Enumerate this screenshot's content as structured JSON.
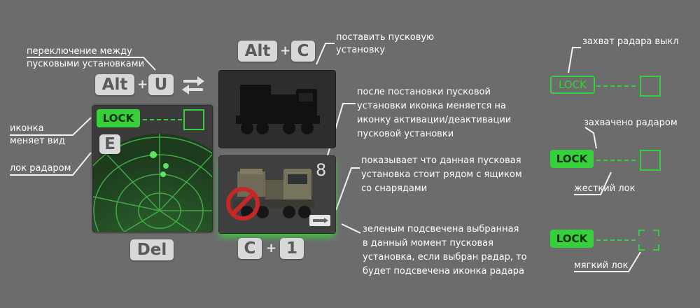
{
  "keys": {
    "switch": [
      "Alt",
      "U"
    ],
    "place": [
      "Alt",
      "C"
    ],
    "select": [
      "C",
      "1"
    ],
    "radar_lock": "E",
    "delete": "Del",
    "plus": "+"
  },
  "lock_label": "LOCK",
  "launcher_ammo_count": "8",
  "annotations": {
    "switch_launchers": [
      "переключение между",
      "пусковыми установками"
    ],
    "icon_changes": [
      "иконка",
      "меняет вид"
    ],
    "radar_lock": "лок радаром",
    "place_launcher": [
      "поставить пусковую",
      "установку"
    ],
    "after_place": [
      "после постановки пусковой",
      "установки иконка меняется на",
      "иконку активации/деактивации",
      "пусковой установки"
    ],
    "near_ammo": [
      "показывает что данная пусковая",
      "установка стоит рядом с ящиком",
      "со снарядами"
    ],
    "green_highlight": [
      "зеленым подсвечена выбранная",
      "в данный момент пусковая",
      "установка, если выбран радар, то",
      "будет подсвечена иконка радара"
    ],
    "radar_lock_off": "захват радара выкл",
    "radar_locked": "захвачено радаром",
    "hard_lock": "жесткий лок",
    "soft_lock": "мягкий лок"
  },
  "colors": {
    "background": "#6c6c6c",
    "accent_green": "#35d03c",
    "key_bg": "#d8d8d8",
    "key_text": "#5a5a5a",
    "prohibited_red": "#c62828"
  },
  "icons": [
    "swap-arrows-icon",
    "radar-scope-icon",
    "launcher-truck-icon",
    "prohibited-icon",
    "ammo-box-icon"
  ]
}
